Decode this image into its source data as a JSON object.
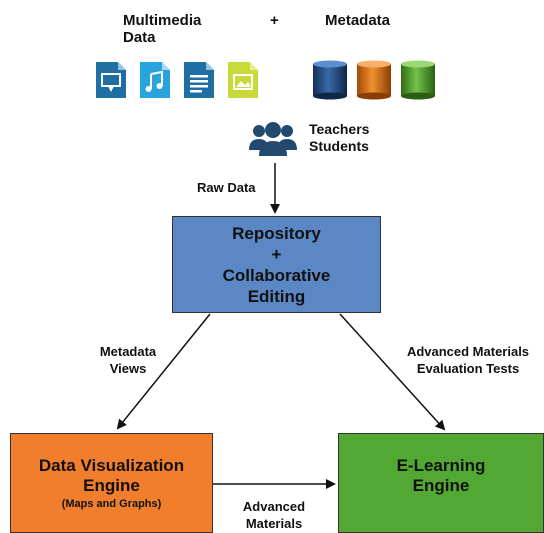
{
  "top": {
    "multimedia_line1": "Multimedia",
    "multimedia_line2": "Data",
    "plus": "+",
    "metadata": "Metadata"
  },
  "users": {
    "line1": "Teachers",
    "line2": "Students"
  },
  "edges": {
    "raw_data": "Raw Data",
    "metadata_views_line1": "Metadata",
    "metadata_views_line2": "Views",
    "advanced_eval_line1": "Advanced Materials",
    "advanced_eval_line2": "Evaluation Tests",
    "advanced_materials_line1": "Advanced",
    "advanced_materials_line2": "Materials"
  },
  "repository": {
    "line1": "Repository",
    "line2": "+",
    "line3": "Collaborative",
    "line4": "Editing"
  },
  "dataviz": {
    "line1": "Data Visualization",
    "line2": "Engine",
    "sub": "(Maps and Graphs)"
  },
  "elearning": {
    "line1": "E-Learning",
    "line2": "Engine"
  },
  "icons": {
    "multimedia": [
      "presentation-file-icon",
      "audio-file-icon",
      "document-file-icon",
      "image-file-icon"
    ],
    "metadata": [
      "blue-database-icon",
      "orange-database-icon",
      "green-database-icon"
    ],
    "users": "people-group-icon"
  },
  "colors": {
    "repository": "#5b87c5",
    "dataviz": "#f07e2c",
    "elearning": "#52a832",
    "file_blue_dark": "#1f6fa5",
    "file_blue_light": "#29a3dc",
    "file_yellow": "#c8d93a",
    "users": "#234a6e"
  }
}
